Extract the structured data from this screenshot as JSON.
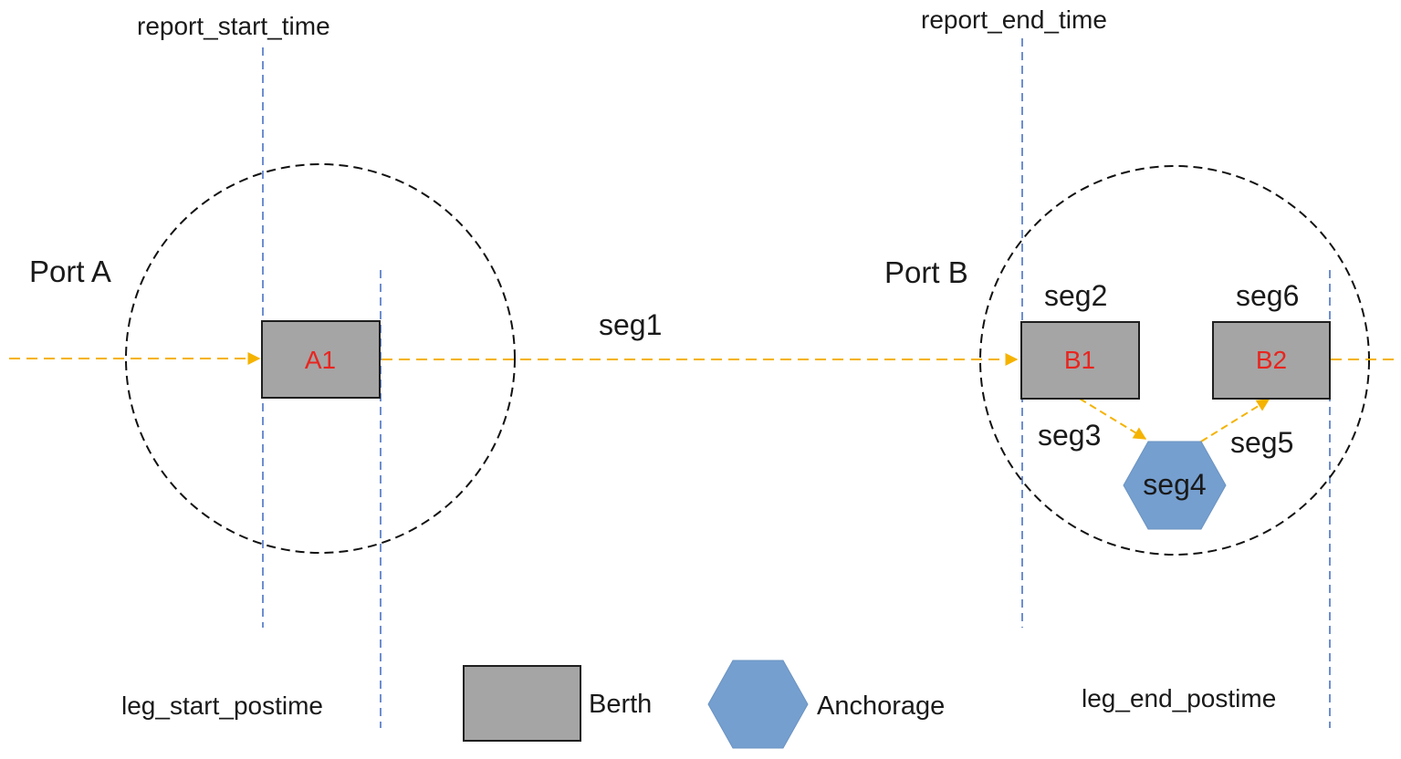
{
  "time_markers": {
    "report_start": "report_start_time",
    "report_end": "report_end_time",
    "leg_start": "leg_start_postime",
    "leg_end": "leg_end_postime"
  },
  "ports": {
    "a": {
      "label": "Port A"
    },
    "b": {
      "label": "Port B"
    }
  },
  "berths": {
    "a1": "A1",
    "b1": "B1",
    "b2": "B2"
  },
  "segments": {
    "seg1": "seg1",
    "seg2": "seg2",
    "seg3": "seg3",
    "seg4": "seg4",
    "seg5": "seg5",
    "seg6": "seg6"
  },
  "legend": {
    "berth": "Berth",
    "anchorage": "Anchorage"
  },
  "colors": {
    "path": "#f5b301",
    "time_line": "#4a72c4",
    "port_boundary": "#111111",
    "berth_fill": "#a5a5a5",
    "anchorage_fill": "#759fcf",
    "berth_text": "#e8251f"
  }
}
